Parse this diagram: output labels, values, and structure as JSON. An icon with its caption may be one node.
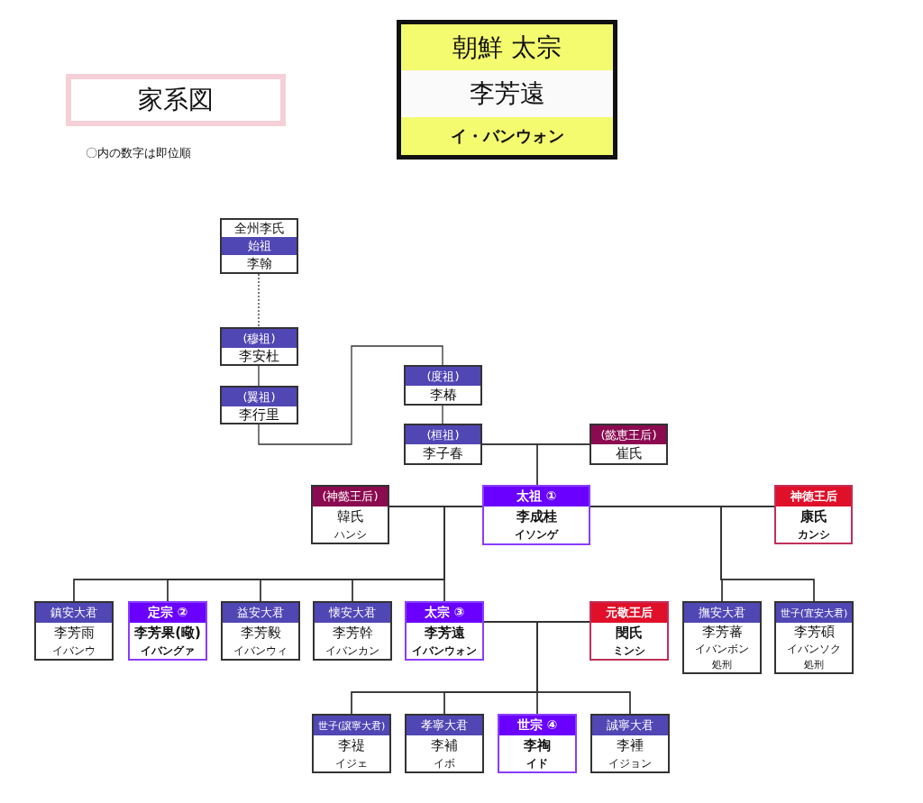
{
  "diagram": {
    "title": "家系図",
    "nodes": [
      {
        "text": [
          "朝鮮 太宗",
          "李芳遠",
          "イ・バンウォン"
        ]
      },
      {
        "text": [
          "全州李氏",
          "始祖",
          "李翰"
        ]
      },
      {
        "text": [
          "(穆祖)",
          "李安杜"
        ]
      },
      {
        "text": [
          "(翼祖)",
          "李行里"
        ]
      },
      {
        "text": [
          "(度祖)",
          "李椿"
        ]
      },
      {
        "text": [
          "(桓祖)",
          "李子春"
        ]
      },
      {
        "text": [
          "(懿恵王后)",
          "崔氏"
        ]
      },
      {
        "text": [
          "(神懿王后)",
          "韓氏",
          "ハンシ"
        ]
      },
      {
        "text": [
          "太祖 ①",
          "李成桂",
          "イソンゲ"
        ]
      },
      {
        "text": [
          "神徳王后",
          "康氏",
          "カンシ"
        ]
      },
      {
        "text": [
          "鎮安大君",
          "李芳雨",
          "イバンウ"
        ]
      },
      {
        "text": [
          "定宗 ②",
          "李芳果(曔)",
          "イバングァ"
        ]
      },
      {
        "text": [
          "益安大君",
          "李芳毅",
          "イバンウィ"
        ]
      },
      {
        "text": [
          "懐安大君",
          "李芳幹",
          "イバンカン"
        ]
      },
      {
        "text": [
          "太宗 ③",
          "李芳遠",
          "イバンウォン"
        ]
      },
      {
        "text": [
          "元敬王后",
          "閔氏",
          "ミンシ"
        ]
      },
      {
        "text": [
          "撫安大君",
          "李芳蕃",
          "イバンボン",
          "処刑"
        ]
      },
      {
        "text": [
          "世子(宜安大君)",
          "李芳碩",
          "イバンソク",
          "処刑"
        ]
      },
      {
        "text": [
          "世子(譲寧大君)",
          "李禔",
          "イジェ"
        ]
      },
      {
        "text": [
          "孝寧大君",
          "李補",
          "イボ"
        ]
      },
      {
        "text": [
          "世宗 ④",
          "李祹",
          "イド"
        ]
      },
      {
        "text": [
          "誠寧大君",
          "李褈",
          "イジョン"
        ]
      }
    ],
    "edges": [
      {
        "from": 1,
        "to": 2,
        "arrow": "none",
        "style": "dashed"
      },
      {
        "from": 2,
        "to": 3,
        "arrow": "none"
      },
      {
        "from": 3,
        "to": 4,
        "arrow": "none"
      },
      {
        "from": 4,
        "to": 5,
        "arrow": "none"
      },
      {
        "from": 5,
        "to": 6,
        "arrow": "none"
      },
      {
        "from": 5,
        "to": 8,
        "arrow": "none"
      },
      {
        "from": 6,
        "to": 8,
        "arrow": "none"
      },
      {
        "from": 7,
        "to": 8,
        "arrow": "none"
      },
      {
        "from": 8,
        "to": 9,
        "arrow": "none"
      },
      {
        "from": 7,
        "to": 10,
        "arrow": "none"
      },
      {
        "from": 7,
        "to": 11,
        "arrow": "none"
      },
      {
        "from": 7,
        "to": 12,
        "arrow": "none"
      },
      {
        "from": 7,
        "to": 13,
        "arrow": "none"
      },
      {
        "from": 7,
        "to": 14,
        "arrow": "none"
      },
      {
        "from": 8,
        "to": 10,
        "arrow": "none"
      },
      {
        "from": 8,
        "to": 11,
        "arrow": "none"
      },
      {
        "from": 8,
        "to": 12,
        "arrow": "none"
      },
      {
        "from": 8,
        "to": 13,
        "arrow": "none"
      },
      {
        "from": 8,
        "to": 14,
        "arrow": "none"
      },
      {
        "from": 8,
        "to": 16,
        "arrow": "none"
      },
      {
        "from": 8,
        "to": 17,
        "arrow": "none"
      },
      {
        "from": 9,
        "to": 16,
        "arrow": "none"
      },
      {
        "from": 9,
        "to": 17,
        "arrow": "none"
      },
      {
        "from": 14,
        "to": 15,
        "arrow": "none"
      },
      {
        "from": 14,
        "to": 18,
        "arrow": "none"
      },
      {
        "from": 14,
        "to": 19,
        "arrow": "none"
      },
      {
        "from": 14,
        "to": 20,
        "arrow": "none"
      },
      {
        "from": 14,
        "to": 21,
        "arrow": "none"
      },
      {
        "from": 15,
        "to": 18,
        "arrow": "none"
      },
      {
        "from": 15,
        "to": 19,
        "arrow": "none"
      },
      {
        "from": 15,
        "to": 20,
        "arrow": "none"
      },
      {
        "from": 15,
        "to": 21,
        "arrow": "none"
      }
    ],
    "labels": [
      "〇内の数字は即位順"
    ]
  }
}
